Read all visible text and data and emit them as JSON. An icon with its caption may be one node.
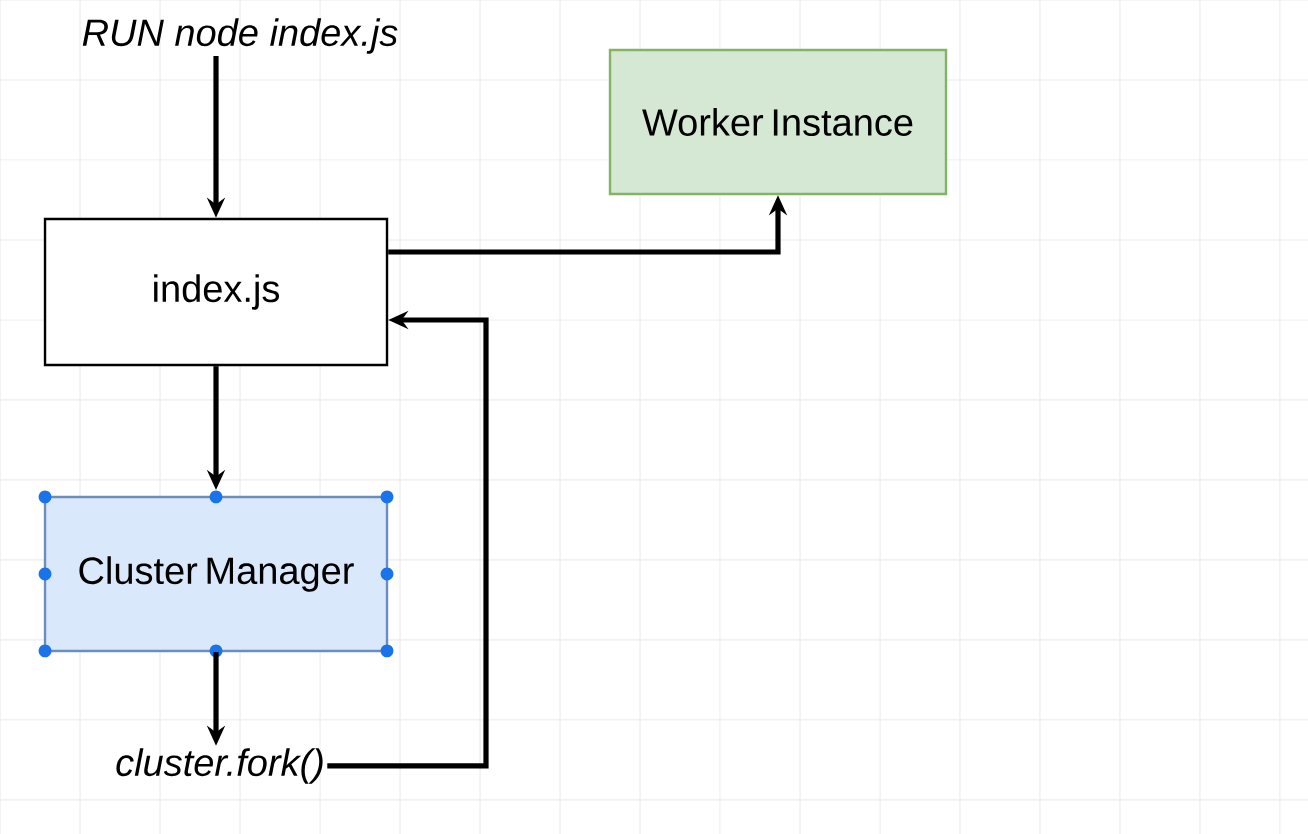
{
  "diagram": {
    "nodes": [
      {
        "text": [
          "RUN node index.js"
        ]
      },
      {
        "text": [
          "Worker Instance"
        ]
      },
      {
        "text": [
          "index.js"
        ]
      },
      {
        "text": [
          "Cluster Manager"
        ]
      },
      {
        "text": [
          "cluster.fork()"
        ]
      }
    ],
    "edges": [
      {
        "from": 0,
        "to": 2,
        "arrow": "to"
      },
      {
        "from": 2,
        "to": 1,
        "arrow": "to"
      },
      {
        "from": 2,
        "to": 3,
        "arrow": "to"
      },
      {
        "from": 3,
        "to": 4,
        "arrow": "to"
      },
      {
        "from": 4,
        "to": 2,
        "arrow": "to"
      }
    ]
  }
}
